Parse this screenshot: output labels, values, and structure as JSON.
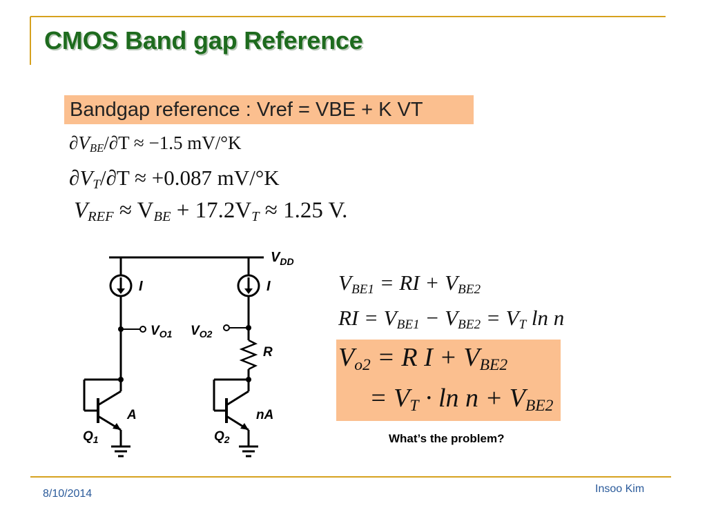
{
  "slide": {
    "title": "CMOS Band gap Reference",
    "headline": "Bandgap reference : Vref = VBE + K VT",
    "footer": {
      "date": "8/10/2014",
      "author": "Insoo Kim"
    },
    "question": "What’s the problem?"
  },
  "equations": {
    "e1": {
      "lhs": "∂V",
      "lsub": "BE",
      "mid": "/∂T ≈ −1.5 mV/°K"
    },
    "e2": {
      "lhs": "∂V",
      "lsub": "T",
      "mid": "/∂T ≈ +0.087 mV/°K"
    },
    "e3": {
      "a": "V",
      "asub": "REF",
      "b": " ≈ V",
      "bsub": "BE",
      "c": " + 17.2V",
      "csub": "T",
      "d": "  ≈ 1.25 V."
    },
    "r1": {
      "a": "V",
      "asub": "BE1",
      "b": " = RI + V",
      "bsub": "BE2"
    },
    "r2": {
      "a": "RI = V",
      "asub": "BE1",
      "b": " − V",
      "bsub": "BE2",
      "c": " = V",
      "csub": "T",
      "d": " ln n"
    },
    "v1": {
      "a": "V",
      "asub": "o2",
      "b": " = R I + V",
      "bsub": "BE2"
    },
    "v2": {
      "a": "= V",
      "asub": "T",
      "b": " · ln n + V",
      "bsub": "BE2"
    }
  },
  "circuit": {
    "vdd": "V",
    "vdd_sub": "DD",
    "i_left": "I",
    "i_right": "I",
    "vo1": "V",
    "vo1_sub": "O1",
    "vo2": "V",
    "vo2_sub": "O2",
    "r": "R",
    "q1": "Q",
    "q1_sub": "1",
    "q2": "Q",
    "q2_sub": "2",
    "a_left": "A",
    "a_right": "nA"
  }
}
